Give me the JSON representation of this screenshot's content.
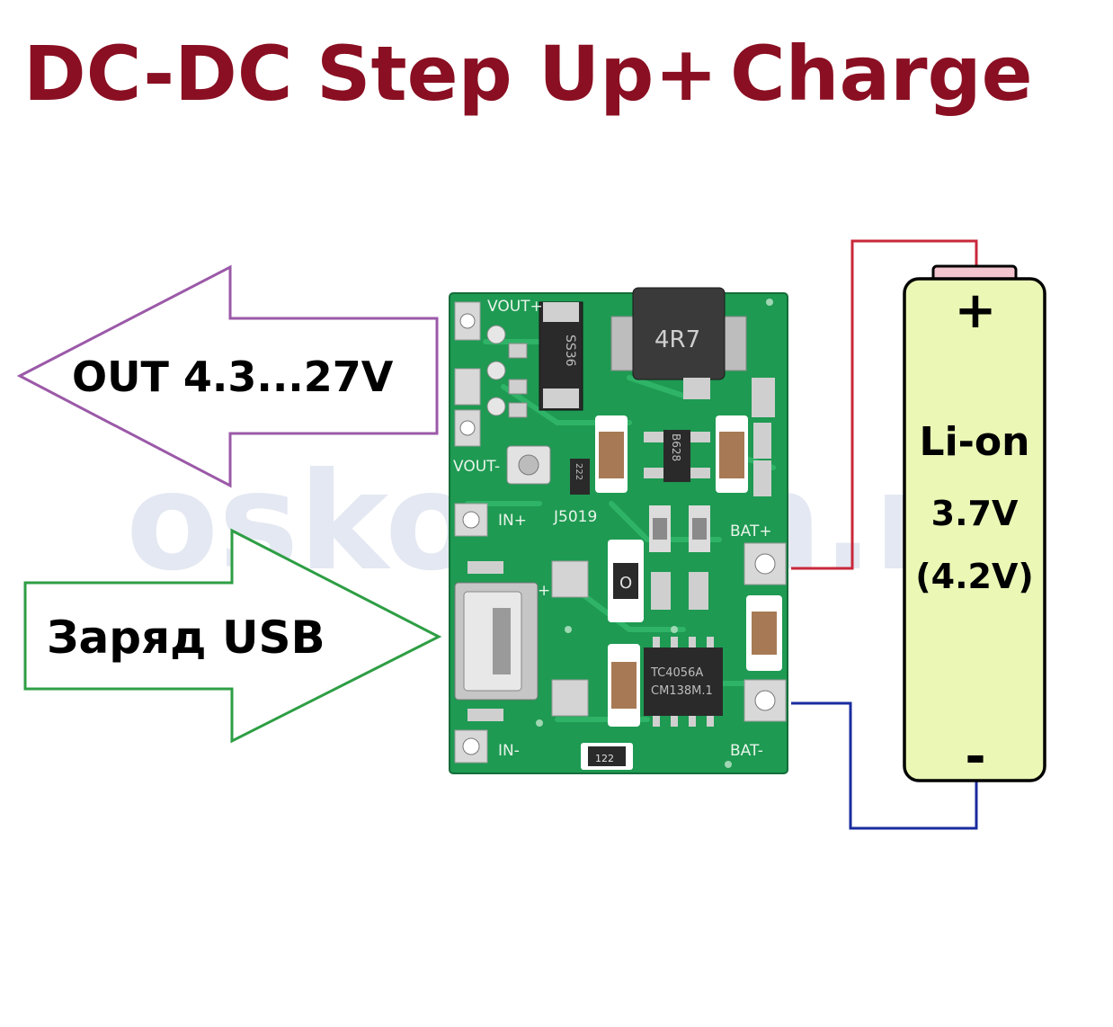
{
  "title": {
    "part1": "DC-DC",
    "part2": "Step Up",
    "plus": "+",
    "part3": "Charge",
    "color": "#8a0f22"
  },
  "out_arrow": {
    "label": "OUT 4.3...27V",
    "color": "#9b59a8"
  },
  "usb_arrow": {
    "label": "Заряд USB",
    "color": "#2e9e44"
  },
  "battery": {
    "plus_sign": "+",
    "minus_sign": "-",
    "chemistry": "Li-on",
    "voltage": "3.7V",
    "max_voltage": "(4.2V)",
    "fill_color": "#eaf7b5",
    "cap_color": "#f3c6cf"
  },
  "wires": {
    "positive_color": "#c8283a",
    "negative_color": "#1a2c9e"
  },
  "board": {
    "pcb_color": "#1e9a52",
    "pad_vout_plus": "VOUT+",
    "pad_vout_minus": "VOUT-",
    "pad_in_plus": "IN+",
    "pad_in_minus": "IN-",
    "pad_bat_plus": "BAT+",
    "pad_bat_minus": "BAT-",
    "board_name": "J5019",
    "inductor_mark": "4R7",
    "diode_mark": "SS36",
    "boost_ic_mark": "B628",
    "charger_ic_line1": "TC4056A",
    "charger_ic_line2": "CM138M.1",
    "resistor_mark_1": "222",
    "resistor_mark_2": "122",
    "resistor_mark_3": "O",
    "usb_plus_mark": "+"
  },
  "watermark": "oskolrem.ru"
}
